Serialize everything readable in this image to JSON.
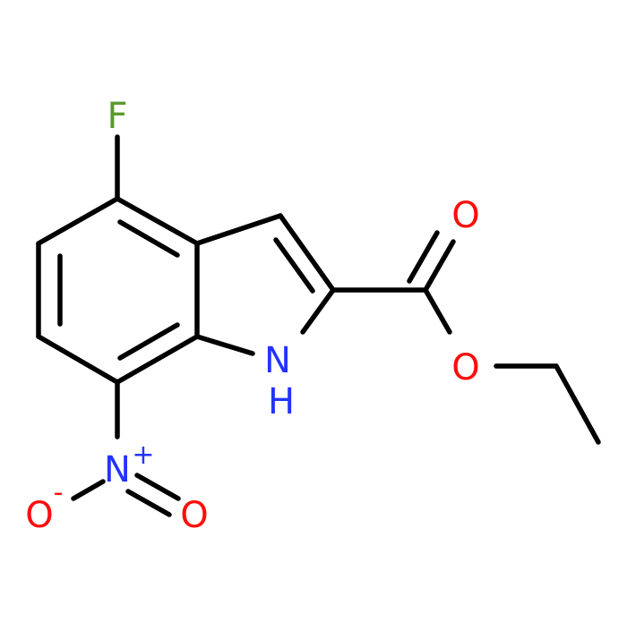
{
  "molecule": {
    "atoms": {
      "fluorine": {
        "symbol": "F",
        "color": "#5a9a2e"
      },
      "nh": {
        "symbol": "N",
        "h": "H",
        "color": "#2233ff"
      },
      "nitro_n": {
        "symbol": "N",
        "charge": "+",
        "color": "#2233ff"
      },
      "nitro_o_minus": {
        "symbol": "O",
        "charge": "-",
        "color": "#ff0d0d"
      },
      "nitro_o": {
        "symbol": "O",
        "color": "#ff0d0d"
      },
      "carbonyl_o": {
        "symbol": "O",
        "color": "#ff0d0d"
      },
      "ester_o": {
        "symbol": "O",
        "color": "#ff0d0d"
      }
    },
    "bond_color": "#000000"
  }
}
